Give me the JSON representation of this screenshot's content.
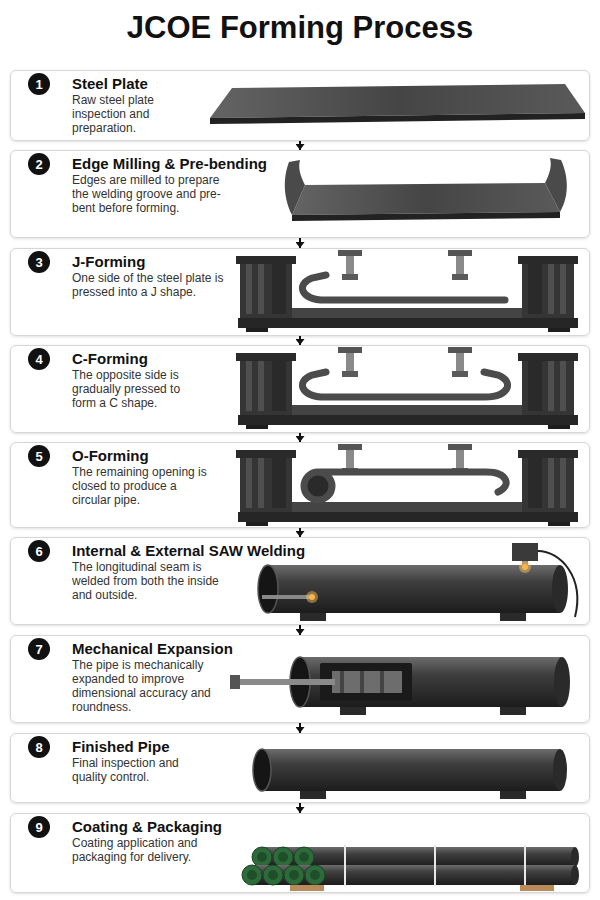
{
  "diagram": {
    "title": "JCOE Forming Process",
    "nodes": [
      {
        "text": [
          "Steel Plate",
          "Raw steel plate inspection and preparation."
        ]
      },
      {
        "text": [
          "1"
        ],
        "in": 0
      },
      {
        "text": [
          "Edge Milling & Pre-bending",
          "Edges are milled to prepare the welding groove and pre-bent before forming."
        ]
      },
      {
        "text": [
          "2"
        ],
        "in": 2
      },
      {
        "text": [
          "J-Forming",
          "One side of the steel plate is pressed into a J shape."
        ]
      },
      {
        "text": [
          "3"
        ],
        "in": 4
      },
      {
        "text": [
          "C-Forming",
          "The opposite side is gradually pressed to form a C shape."
        ]
      },
      {
        "text": [
          "4"
        ],
        "in": 6
      },
      {
        "text": [
          "O-Forming",
          "The remaining opening is closed to produce a circular pipe."
        ]
      },
      {
        "text": [
          "5"
        ],
        "in": 8
      },
      {
        "text": [
          "Internal & External SAW Welding",
          "The longitudinal seam is welded from both the inside and outside."
        ]
      },
      {
        "text": [
          "6"
        ],
        "in": 10
      },
      {
        "text": [
          "Mechanical Expansion",
          "The pipe is mechanically expanded to improve dimensional accuracy and roundness."
        ]
      },
      {
        "text": [
          "7"
        ],
        "in": 12
      },
      {
        "text": [
          "Finished Pipe",
          "Final inspection and quality control."
        ]
      },
      {
        "text": [
          "8"
        ],
        "in": 14
      },
      {
        "text": [
          "Coating & Packaging",
          "Coating application and packaging for delivery."
        ]
      },
      {
        "text": [
          "9"
        ],
        "in": 16
      }
    ],
    "edges": [
      {
        "from": 0,
        "to": 2,
        "arrow": "to"
      },
      {
        "from": 2,
        "to": 4,
        "arrow": "to"
      },
      {
        "from": 4,
        "to": 6,
        "arrow": "to"
      },
      {
        "from": 6,
        "to": 8,
        "arrow": "to"
      },
      {
        "from": 8,
        "to": 10,
        "arrow": "to"
      },
      {
        "from": 10,
        "to": 12,
        "arrow": "to"
      },
      {
        "from": 12,
        "to": 14,
        "arrow": "to"
      },
      {
        "from": 14,
        "to": 16,
        "arrow": "to"
      }
    ]
  }
}
